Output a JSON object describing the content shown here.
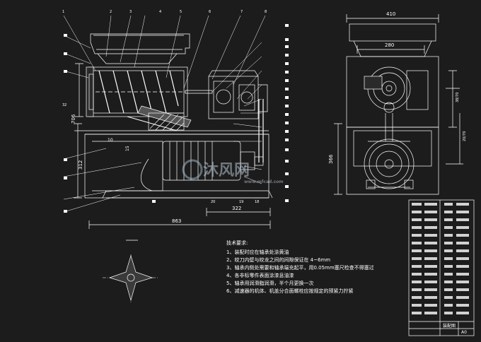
{
  "colors": {
    "background": "#1c1c1c",
    "lines": "#ffffff",
    "watermark": "#aebbc8"
  },
  "dimensions": {
    "top_width": "410",
    "inner_width": "280",
    "bottom_length": "863",
    "mid_length": "322",
    "left_height": "312",
    "right_height": "366",
    "left_h2": "706",
    "small_10": "10",
    "small_15": "15",
    "shaft1": "38/70",
    "shaft2": "20/70"
  },
  "callouts_top": [
    "1",
    "2",
    "3",
    "4",
    "5",
    "6",
    "7",
    "8"
  ],
  "callouts_left": [
    "32"
  ],
  "callouts_bottom": [
    "20",
    "19",
    "18"
  ],
  "notes": {
    "title": "技术要求:",
    "items": [
      "1、装配时应在轴承处涂黄油",
      "2、绞刀内壁与绞龙之间的间隙保证在 4~6mm",
      "3、轴承内侧处需要和轴承端充起平，用0.05mm塞尺检查不得塞过",
      "4、各非标零件表面涂漆息油漆",
      "5、轴承用润滑脂润滑，半个月更换一次",
      "6、减速器的机体、机盖分合面螺栓应按规定的预紧力拧紧"
    ]
  },
  "watermark": {
    "text": "沐风网",
    "url": "www.mfcad.com"
  },
  "title_block": {
    "name": "装配图",
    "code": "A0"
  }
}
